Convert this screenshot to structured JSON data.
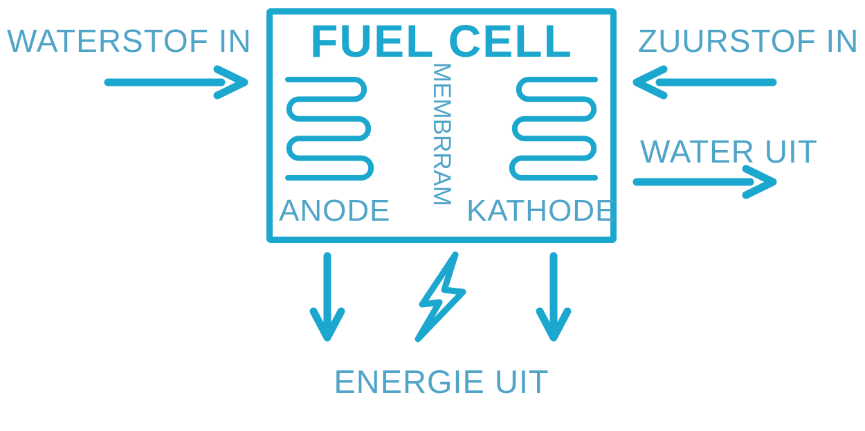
{
  "diagram": {
    "title": "FUEL CELL",
    "inputs": {
      "hydrogen_in": "WATERSTOF IN",
      "oxygen_in": "ZUURSTOF IN"
    },
    "outputs": {
      "water_out": "WATER UIT",
      "energy_out": "ENERGIE UIT"
    },
    "cell_parts": {
      "anode": "ANODE",
      "membrane": "MEMBRRAM",
      "cathode": "KATHODE"
    },
    "icons": {
      "arrow_right": "arrow-right-icon",
      "arrow_left": "arrow-left-icon",
      "arrow_down": "arrow-down-icon",
      "lightning": "lightning-bolt-icon",
      "flow_channel": "serpentine-flow-channel-icon"
    },
    "colors": {
      "accent": "#1ba7ce",
      "label_text": "#4fa4c8",
      "background": "#ffffff"
    }
  }
}
